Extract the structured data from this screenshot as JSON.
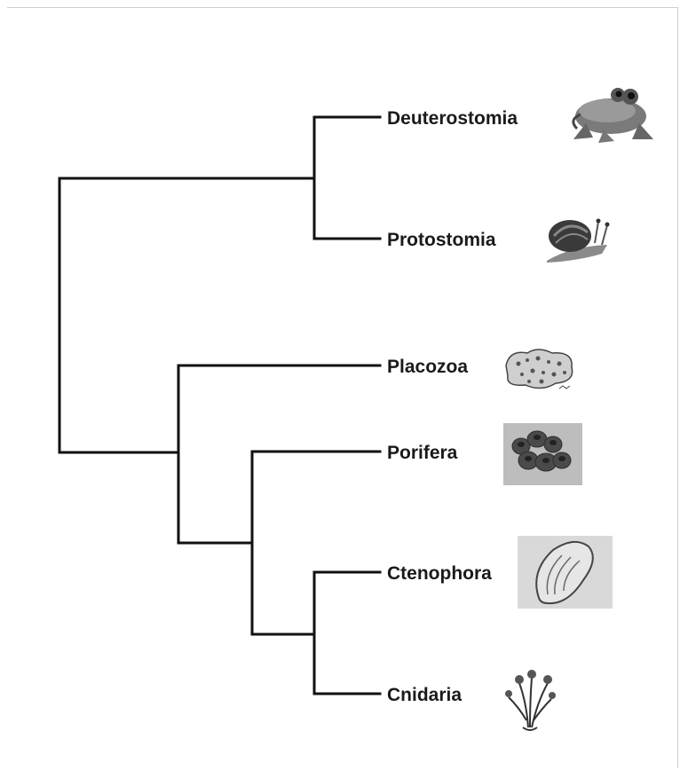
{
  "taxa": [
    {
      "id": "deuterostomia",
      "label": "Deuterostomia",
      "icon": "frog-icon"
    },
    {
      "id": "protostomia",
      "label": "Protostomia",
      "icon": "snail-icon"
    },
    {
      "id": "placozoa",
      "label": "Placozoa",
      "icon": "placozoan-icon"
    },
    {
      "id": "porifera",
      "label": "Porifera",
      "icon": "sponge-icon"
    },
    {
      "id": "ctenophora",
      "label": "Ctenophora",
      "icon": "comb-jelly-icon"
    },
    {
      "id": "cnidaria",
      "label": "Cnidaria",
      "icon": "hydroid-icon"
    }
  ],
  "tree": "((Deuterostomia,Protostomia),(Placozoa,(Porifera,(Ctenophora,Cnidaria))))",
  "colors": {
    "branch": "#111111",
    "label": "#1a1a1a",
    "frame": "#cfcfcf"
  }
}
